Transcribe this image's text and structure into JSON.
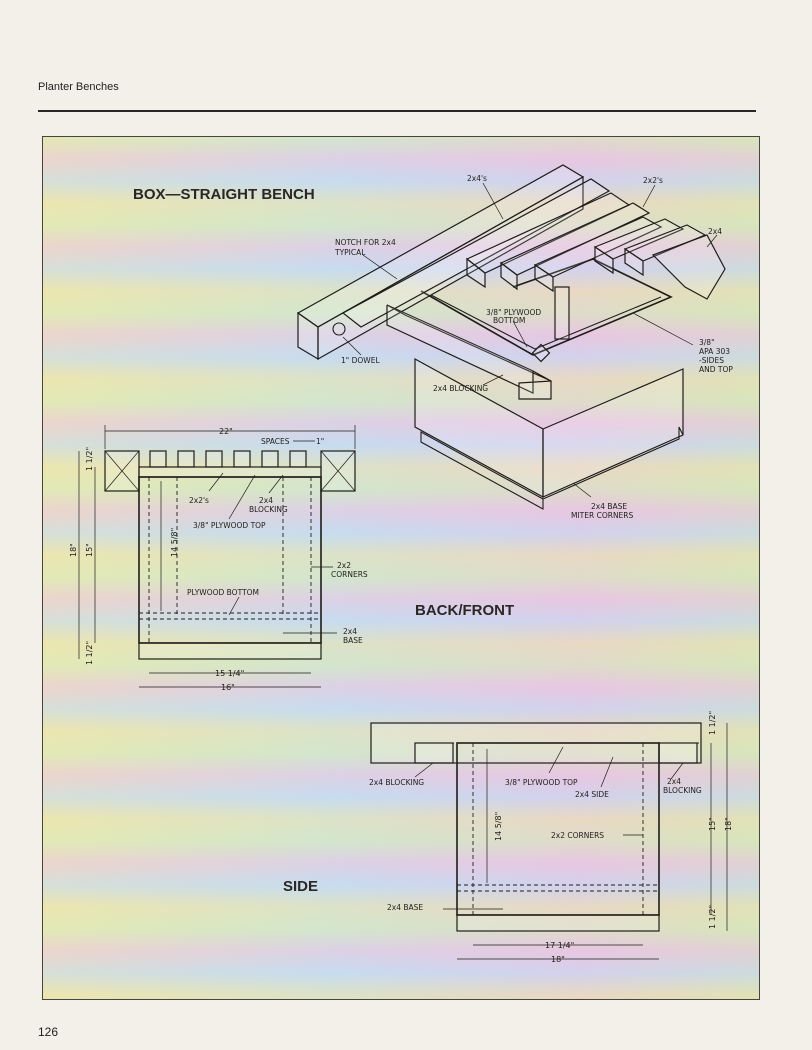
{
  "page": {
    "header": "Planter Benches",
    "page_number": "126"
  },
  "titles": {
    "main": "BOX—STRAIGHT BENCH",
    "back_front": "BACK/FRONT",
    "side": "SIDE"
  },
  "iso_labels": {
    "two_by_fours": "2x4's",
    "two_by_twos": "2x2's",
    "two_by_four": "2x4",
    "notch_1": "NOTCH FOR 2x4",
    "notch_2": "TYPICAL",
    "plywood_bottom_1": "3/8\" PLYWOOD",
    "plywood_bottom_2": "BOTTOM",
    "dowel": "1\" DOWEL",
    "blocking": "2x4 BLOCKING",
    "apa_1": "3/8\"",
    "apa_2": "APA 303",
    "apa_3": "-SIDES",
    "apa_4": "AND TOP",
    "base_1": "2x4 BASE",
    "base_2": "MITER CORNERS"
  },
  "bf_labels": {
    "dim_22": "22\"",
    "spaces": "SPACES",
    "space_val": "1\"",
    "two_by_twos": "2x2's",
    "blocking_1": "2x4",
    "blocking_2": "BLOCKING",
    "plywood_top": "3/8\" PLYWOOD TOP",
    "dim_14": "14 5/8\"",
    "dim_18": "18\"",
    "dim_15": "15\"",
    "dim_half_top": "1 1/2\"",
    "dim_half_bottom": "1 1/2\"",
    "corners_1": "2x2",
    "corners_2": "CORNERS",
    "plywood_bottom": "PLYWOOD BOTTOM",
    "base_1": "2x4",
    "base_2": "BASE",
    "dim_15_25": "15 1/4\"",
    "dim_16": "16\""
  },
  "side_labels": {
    "blocking_left": "2x4 BLOCKING",
    "plywood_top": "3/8\" PLYWOOD TOP",
    "side": "2x4 SIDE",
    "blocking_right_1": "2x4",
    "blocking_right_2": "BLOCKING",
    "corners": "2x2 CORNERS",
    "dim_14": "14 5/8\"",
    "dim_15": "15\"",
    "dim_18": "18\"",
    "dim_half_top": "1 1/2\"",
    "dim_half_bottom": "1 1/2\"",
    "base": "2x4 BASE",
    "dim_17": "17 1/4\"",
    "dim_18_bottom": "18\""
  }
}
